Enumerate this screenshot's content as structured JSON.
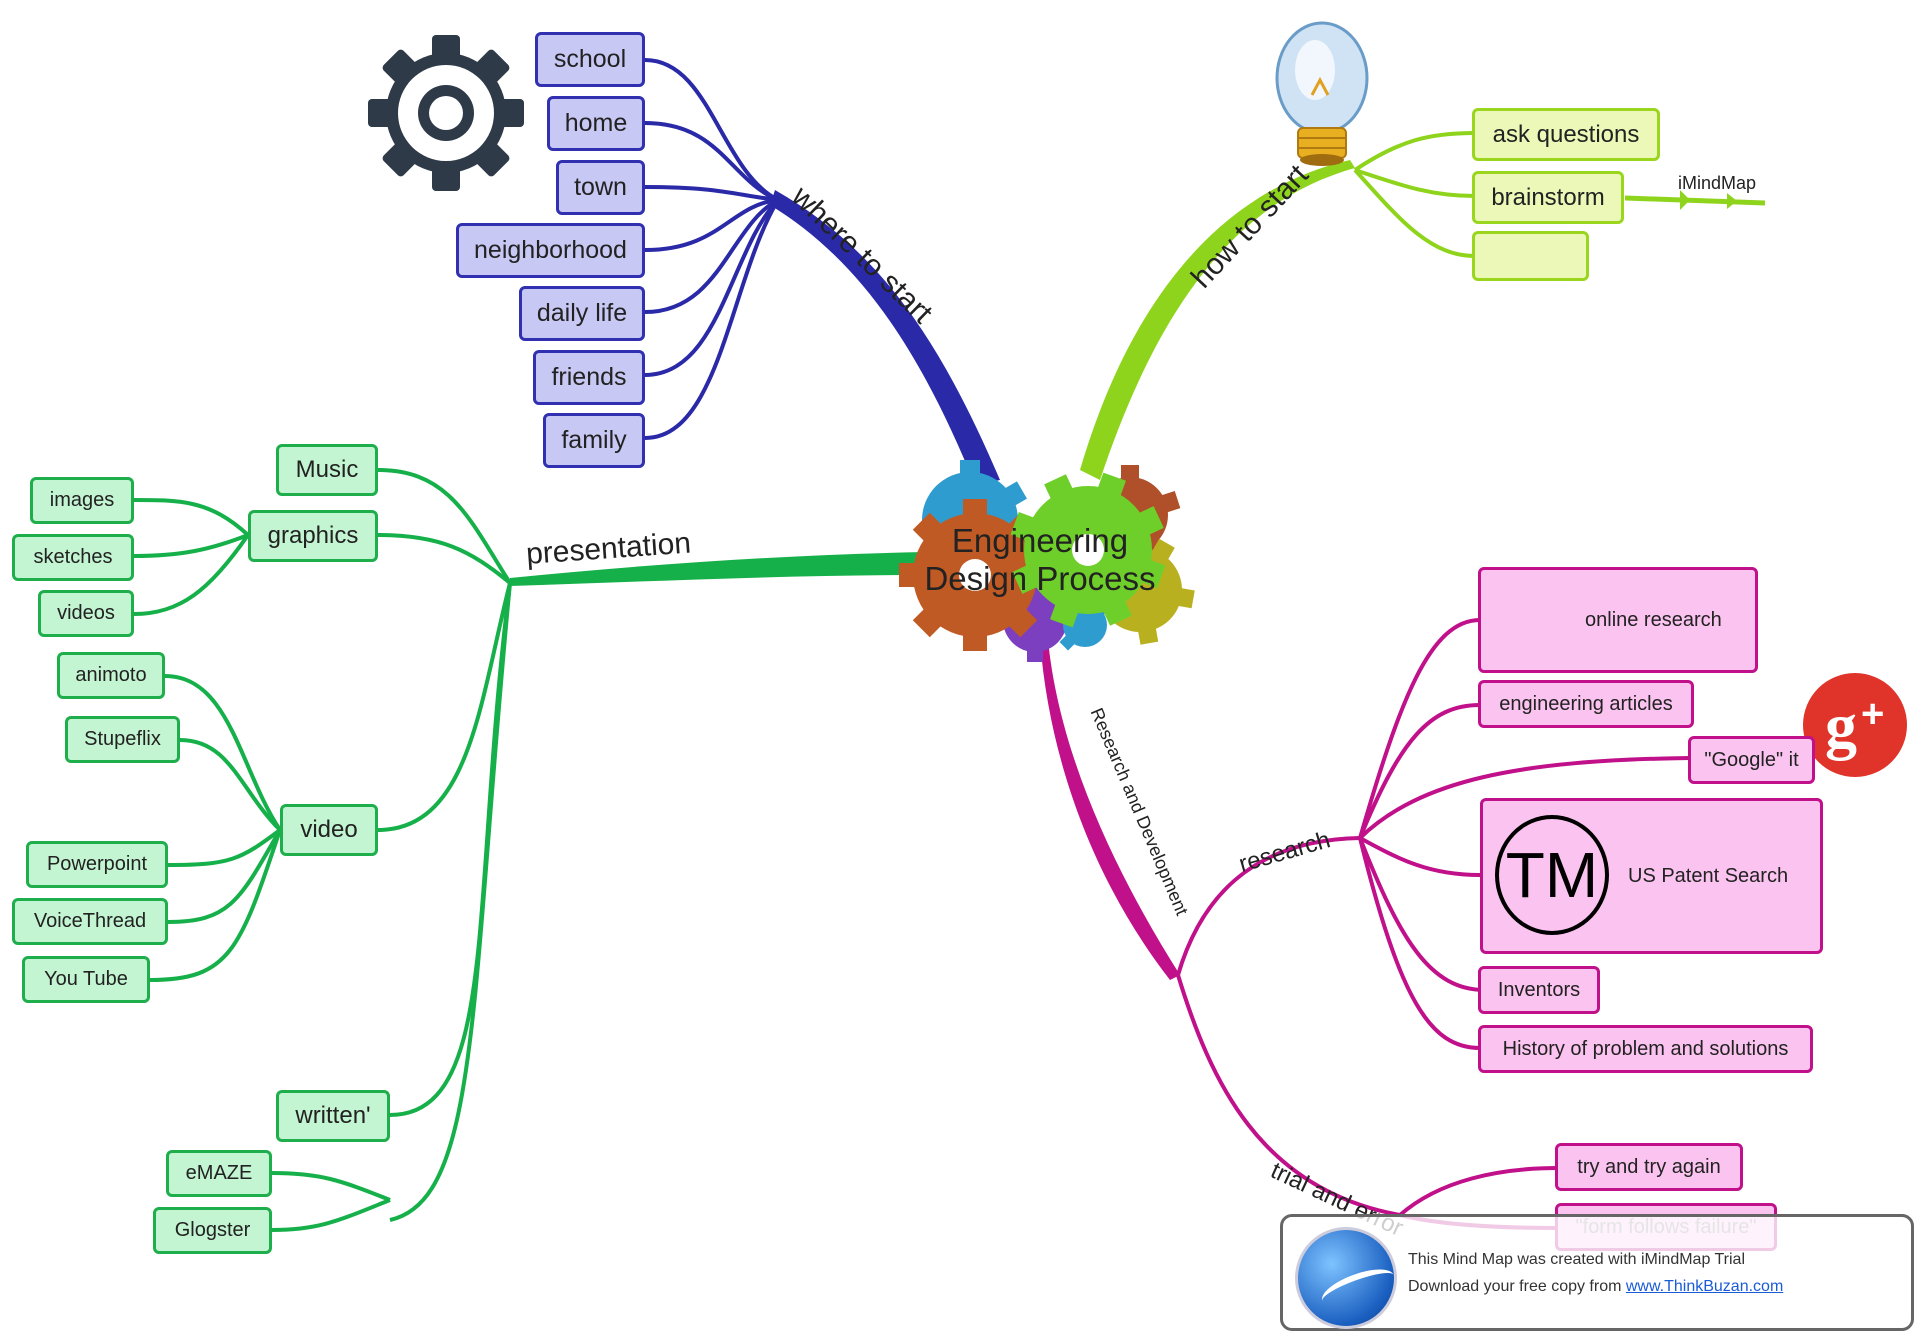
{
  "center": {
    "line1": "Engineering",
    "line2": "Design Process"
  },
  "branches": {
    "where_to_start": "where to start",
    "how_to_start": "how to start",
    "presentation": "presentation",
    "research_dev": "Research and Development",
    "research": "research",
    "trial_error": "trial and error"
  },
  "where_items": [
    "school",
    "home",
    "town",
    "neighborhood",
    "daily life",
    "friends",
    "family"
  ],
  "how_items": [
    "ask questions",
    "brainstorm",
    ""
  ],
  "imindmap_tag": "iMindMap",
  "presentation": {
    "music": "Music",
    "graphics": "graphics",
    "graphics_items": [
      "images",
      "sketches",
      "videos"
    ],
    "video": "video",
    "video_items": [
      "animoto",
      "Stupeflix",
      "Powerpoint",
      "VoiceThread",
      "You Tube"
    ],
    "written": "written'",
    "written_items": [
      "eMAZE",
      "Glogster"
    ]
  },
  "research_items": {
    "online": "online research",
    "articles": "engineering articles",
    "google": "\"Google\" it",
    "patent": "US Patent Search",
    "tm": "TM",
    "inventors": "Inventors",
    "history": "History of problem and solutions"
  },
  "trial_items": [
    "try and try again",
    "\"form follows failure\""
  ],
  "watermark": {
    "line1": "This Mind Map was created with iMindMap Trial",
    "line2_prefix": "Download your free copy from ",
    "link": "www.ThinkBuzan.com"
  },
  "colors": {
    "blue": "#2a2aa8",
    "lime": "#8fd41c",
    "green": "#16b04a",
    "magenta": "#c0108a",
    "google_red": "#e0332a",
    "gear_dark": "#2f3a48"
  },
  "icons": [
    "gear-icon",
    "lightbulb-icon",
    "globe-icon",
    "google-plus-icon",
    "trademark-icon",
    "imindmap-logo-icon"
  ]
}
